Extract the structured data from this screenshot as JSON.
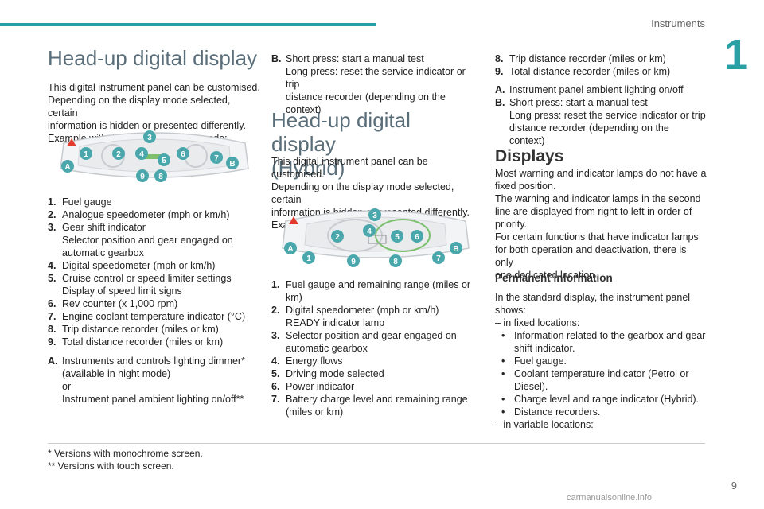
{
  "header": {
    "section_title": "Instruments",
    "chapter_number": "1"
  },
  "col1": {
    "heading": "Head-up digital display",
    "intro": [
      "This digital instrument panel can be customised.",
      "Depending on the display mode selected, certain",
      "information is hidden or presented differently.",
      "Example with the \"DIALS\" display mode:"
    ],
    "badges": [
      "1",
      "2",
      "3",
      "4",
      "5",
      "6",
      "7",
      "8",
      "9",
      "A",
      "B"
    ],
    "items": [
      {
        "n": "1.",
        "lines": [
          "Fuel gauge"
        ]
      },
      {
        "n": "2.",
        "lines": [
          "Analogue speedometer (mph or km/h)"
        ]
      },
      {
        "n": "3.",
        "lines": [
          "Gear shift indicator",
          "Selector position and gear engaged on",
          "automatic gearbox"
        ]
      },
      {
        "n": "4.",
        "lines": [
          "Digital speedometer (mph or km/h)"
        ]
      },
      {
        "n": "5.",
        "lines": [
          "Cruise control or speed limiter settings",
          "Display of speed limit signs"
        ]
      },
      {
        "n": "6.",
        "lines": [
          "Rev counter (x 1,000 rpm)"
        ]
      },
      {
        "n": "7.",
        "lines": [
          "Engine coolant temperature indicator (°C)"
        ]
      },
      {
        "n": "8.",
        "lines": [
          "Trip distance recorder (miles or km)"
        ]
      },
      {
        "n": "9.",
        "lines": [
          "Total distance recorder (miles or km)"
        ]
      }
    ],
    "items_a": [
      {
        "n": "A.",
        "lines": [
          "Instruments and controls lighting dimmer*",
          "(available in night mode)",
          "or",
          "Instrument panel ambient lighting on/off**"
        ]
      }
    ]
  },
  "col2": {
    "items_b": [
      {
        "n": "B.",
        "lines": [
          "Short press: start a manual test",
          "Long press: reset the service indicator or trip",
          "distance recorder (depending on the context)"
        ]
      }
    ],
    "heading": [
      "Head-up digital display",
      "(Hybrid)"
    ],
    "intro": [
      "This digital instrument panel can be customised.",
      "Depending on the display mode selected, certain",
      "information is hidden or presented differently.",
      "Example with the \"ÉNERGIE\" display mode:"
    ],
    "items": [
      {
        "n": "1.",
        "lines": [
          "Fuel gauge and remaining range (miles or",
          "km)"
        ]
      },
      {
        "n": "2.",
        "lines": [
          "Digital speedometer (mph or km/h)",
          "READY indicator lamp"
        ]
      },
      {
        "n": "3.",
        "lines": [
          "Selector position and gear engaged on",
          "automatic gearbox"
        ]
      },
      {
        "n": "4.",
        "lines": [
          "Energy flows"
        ]
      },
      {
        "n": "5.",
        "lines": [
          "Driving mode selected"
        ]
      },
      {
        "n": "6.",
        "lines": [
          "Power indicator"
        ]
      },
      {
        "n": "7.",
        "lines": [
          "Battery charge level and remaining range",
          "(miles or km)"
        ]
      }
    ]
  },
  "col3": {
    "items": [
      {
        "n": "8.",
        "lines": [
          "Trip distance recorder (miles or km)"
        ]
      },
      {
        "n": "9.",
        "lines": [
          "Total distance recorder (miles or km)"
        ]
      }
    ],
    "items_ab": [
      {
        "n": "A.",
        "lines": [
          "Instrument panel ambient lighting on/off"
        ]
      },
      {
        "n": "B.",
        "lines": [
          "Short press: start a manual test",
          "Long press: reset the service indicator or trip",
          "distance recorder (depending on the context)"
        ]
      }
    ],
    "heading": "Displays",
    "para": [
      "Most warning and indicator lamps do not have a",
      "fixed position.",
      "The warning and indicator lamps in the second",
      "line are displayed from right to left in order of",
      "priority.",
      "For certain functions that have indicator lamps",
      "for both operation and deactivation, there is only",
      "one dedicated location."
    ],
    "subheading": "Permanent information",
    "para2": [
      "In the standard display, the instrument panel",
      "shows:"
    ],
    "dash1": "–  in fixed locations:",
    "bullets": [
      [
        "Information related to the gearbox and gear",
        "shift indicator."
      ],
      [
        "Fuel gauge."
      ],
      [
        "Coolant temperature indicator (Petrol or",
        "Diesel)."
      ],
      [
        "Charge level and range indicator (Hybrid)."
      ],
      [
        "Distance recorders."
      ]
    ],
    "dash2": "–  in variable locations:"
  },
  "footnotes": [
    "*  Versions with monochrome screen.",
    "**  Versions with touch screen."
  ],
  "page_number": "9",
  "watermark": "carmanualsonline.info",
  "colors": {
    "accent": "#2aa0a4",
    "badge": "#4aa8ad",
    "warning": "#e23b2e"
  }
}
